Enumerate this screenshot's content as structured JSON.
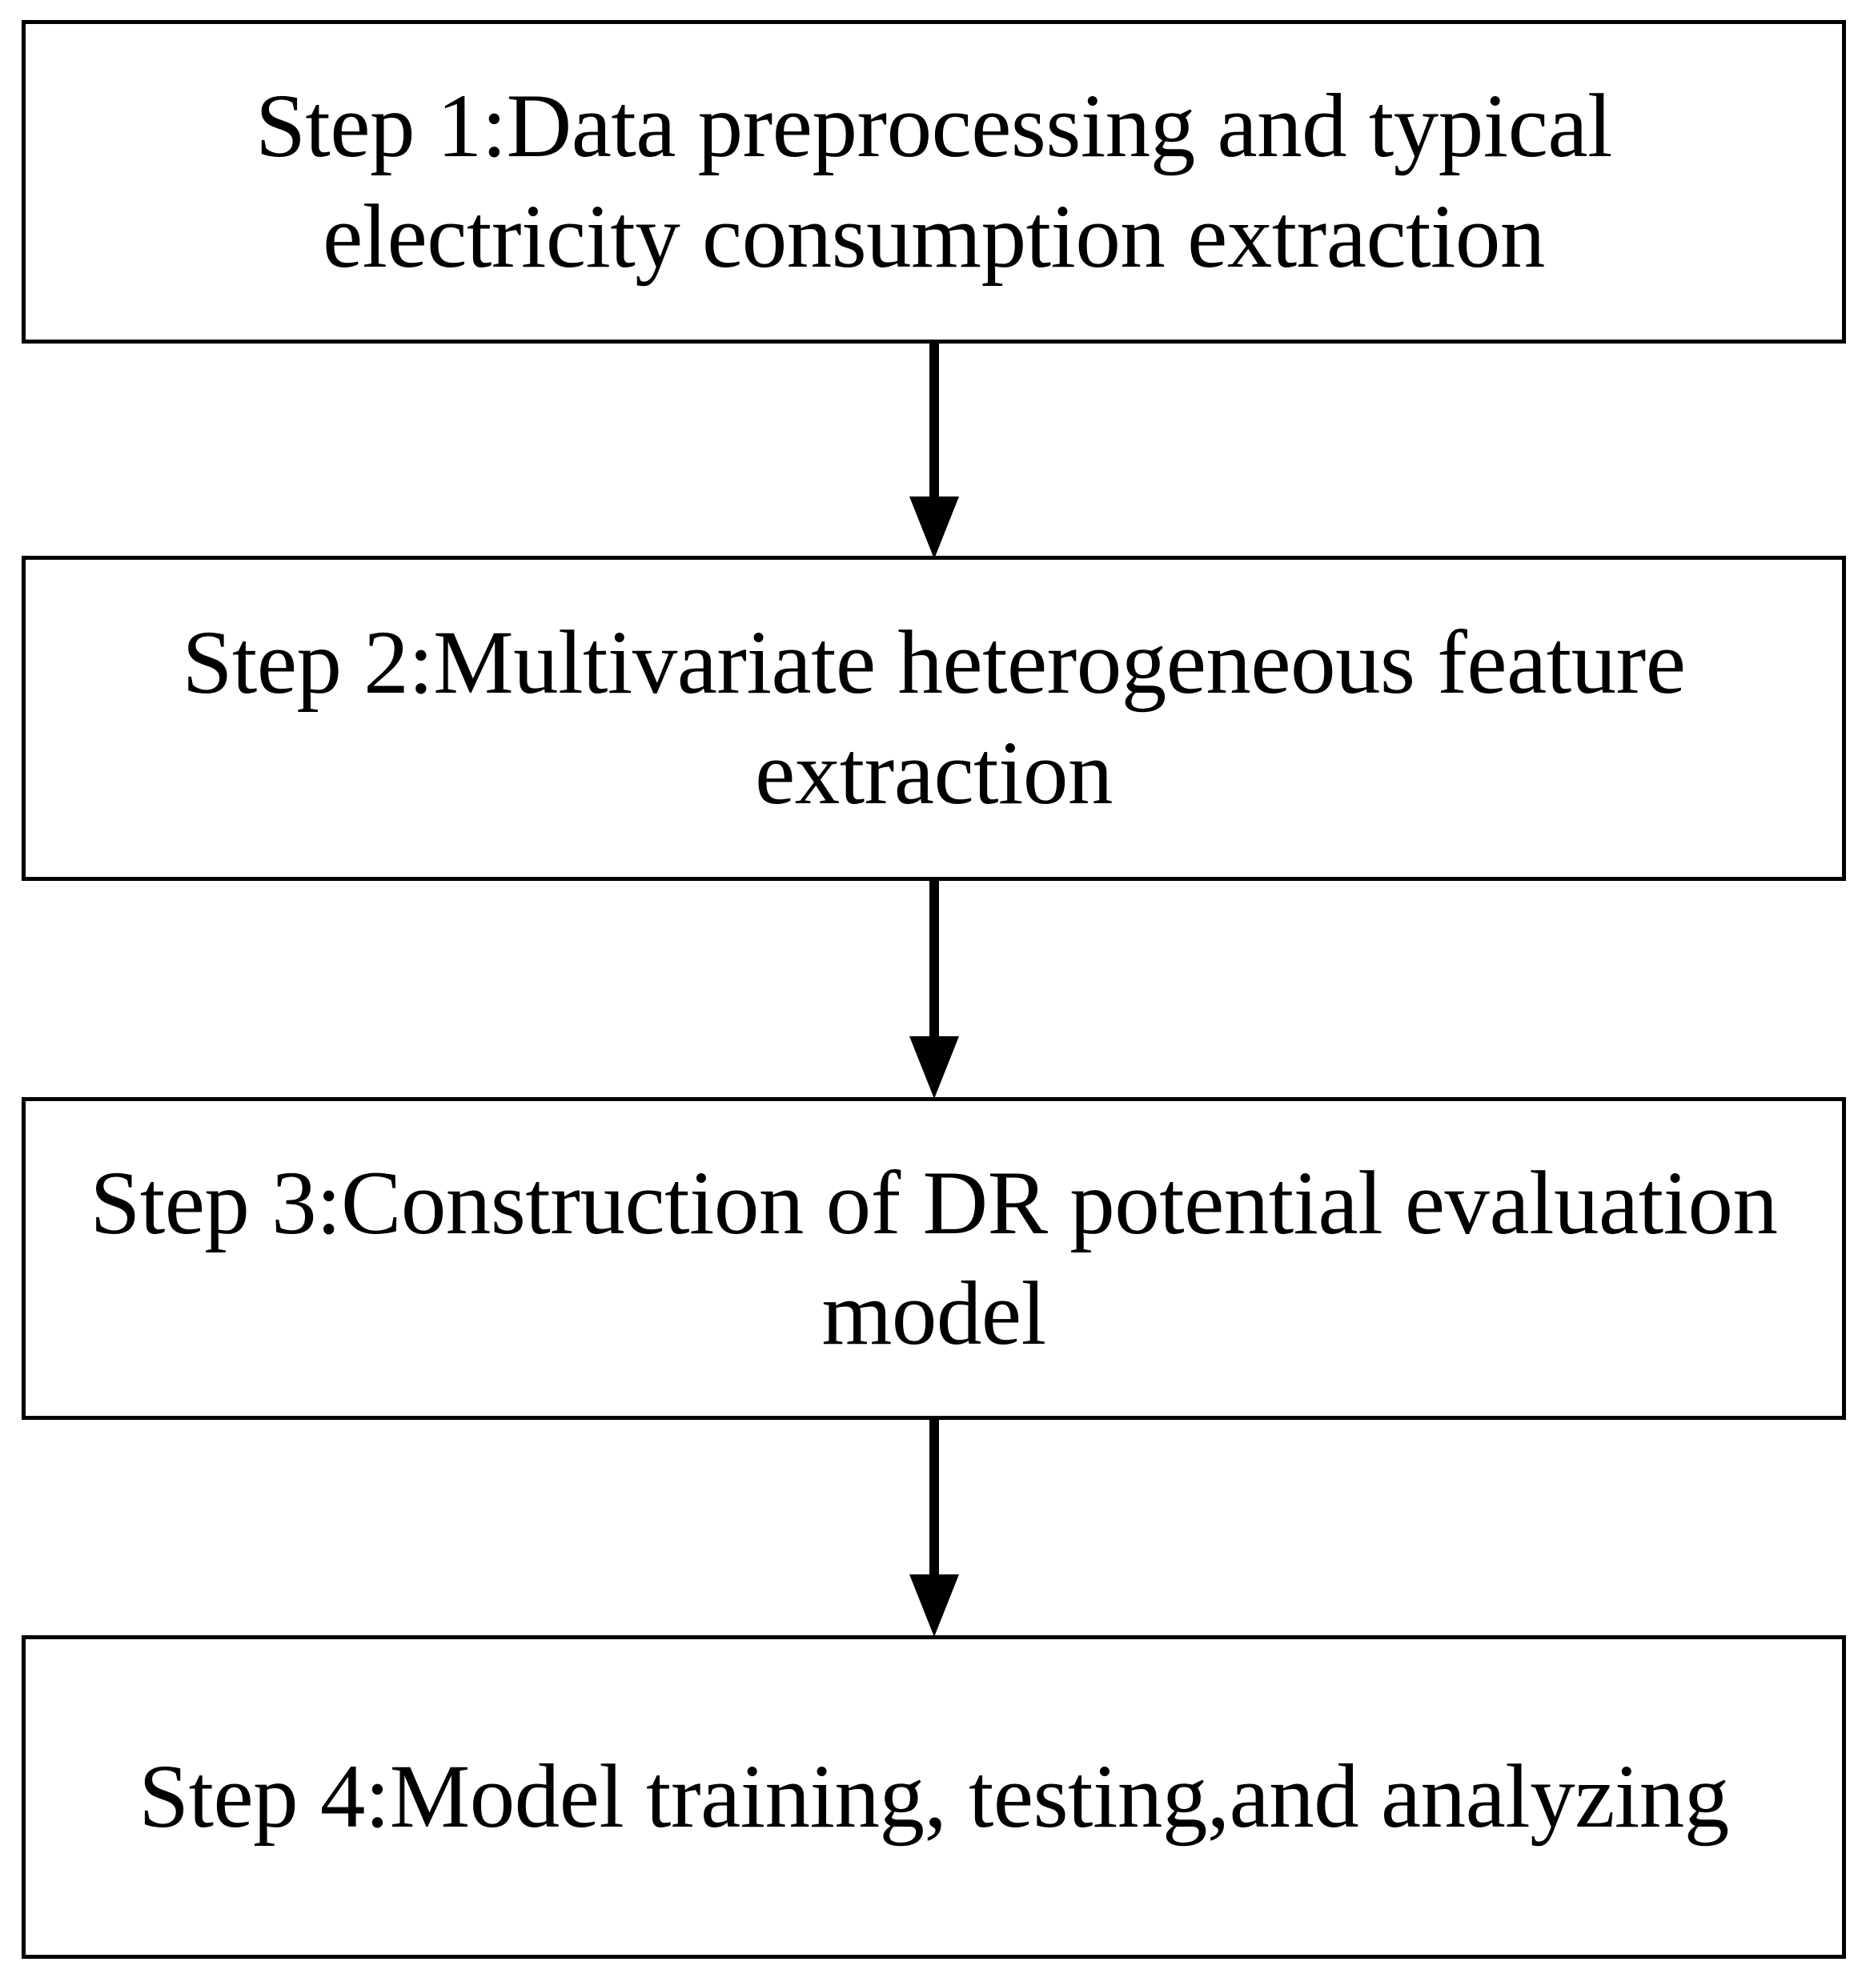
{
  "diagram": {
    "type": "flowchart",
    "orientation": "vertical",
    "background_color": "#ffffff",
    "line_color": "#000000",
    "text_color": "#000000",
    "steps": [
      {
        "id": "step-1",
        "label": "Step 1:Data preprocessing and typical\nelectricity consumption extraction"
      },
      {
        "id": "step-2",
        "label": "Step 2:Multivariate heterogeneous feature\nextraction"
      },
      {
        "id": "step-3",
        "label": "Step 3:Construction of DR potential evaluation\nmodel"
      },
      {
        "id": "step-4",
        "label": "Step 4:Model training, testing,and analyzing"
      }
    ],
    "connectors": [
      {
        "id": "arrow-1",
        "from": "step-1",
        "to": "step-2",
        "direction": "down"
      },
      {
        "id": "arrow-2",
        "from": "step-2",
        "to": "step-3",
        "direction": "down"
      },
      {
        "id": "arrow-3",
        "from": "step-3",
        "to": "step-4",
        "direction": "down"
      }
    ]
  }
}
